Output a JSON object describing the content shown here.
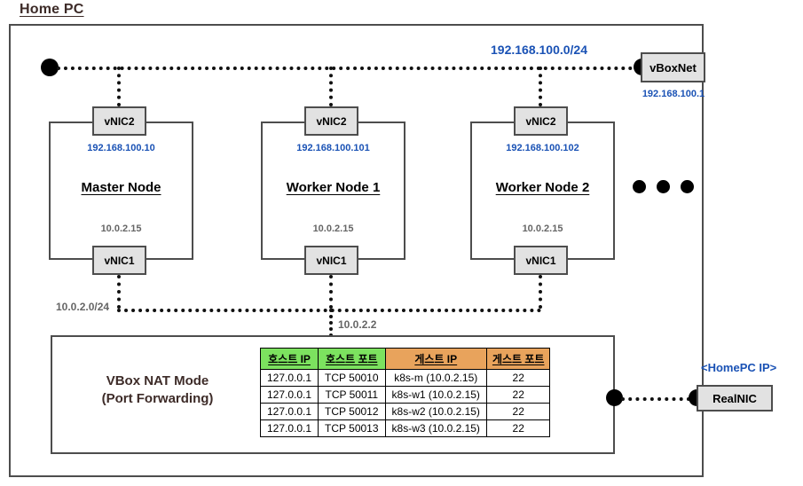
{
  "diagram": {
    "title": "Home PC",
    "colors": {
      "blue": "#1a52b5",
      "gray": "#666666",
      "brown": "#3d2b28",
      "header_green": "#7ce25f",
      "header_orange": "#e8a35c",
      "nic_fill": "#e2e2e2",
      "line": "#4d4d4d"
    },
    "networks": {
      "host_only_label": "192.168.100.0/24",
      "nat_label": "10.0.2.0/24",
      "nat_gateway": "10.0.2.2"
    },
    "vboxnet": {
      "name": "vBoxNet",
      "ip": "192.168.100.1"
    },
    "realnic": {
      "name": "RealNIC",
      "ip_label": "<HomePC IP>"
    },
    "nat": {
      "title_line1": "VBox NAT Mode",
      "title_line2": "(Port Forwarding)"
    },
    "nodes": [
      {
        "name": "Master Node",
        "nic2_label": "vNIC2",
        "nic2_ip": "192.168.100.10",
        "nic1_label": "vNIC1",
        "nic1_ip": "10.0.2.15"
      },
      {
        "name": "Worker Node 1",
        "nic2_label": "vNIC2",
        "nic2_ip": "192.168.100.101",
        "nic1_label": "vNIC1",
        "nic1_ip": "10.0.2.15"
      },
      {
        "name": "Worker Node 2",
        "nic2_label": "vNIC2",
        "nic2_ip": "192.168.100.102",
        "nic1_label": "vNIC1",
        "nic1_ip": "10.0.2.15"
      }
    ],
    "ellipsis_count": 3,
    "port_forwarding_table": {
      "headers": [
        "호스트 IP",
        "호스트 포트",
        "게스트 IP",
        "게스트 포트"
      ],
      "header_colors": [
        "#7ce25f",
        "#7ce25f",
        "#e8a35c",
        "#e8a35c"
      ],
      "rows": [
        [
          "127.0.0.1",
          "TCP 50010",
          "k8s-m (10.0.2.15)",
          "22"
        ],
        [
          "127.0.0.1",
          "TCP 50011",
          "k8s-w1 (10.0.2.15)",
          "22"
        ],
        [
          "127.0.0.1",
          "TCP 50012",
          "k8s-w2 (10.0.2.15)",
          "22"
        ],
        [
          "127.0.0.1",
          "TCP 50013",
          "k8s-w3 (10.0.2.15)",
          "22"
        ]
      ]
    }
  }
}
